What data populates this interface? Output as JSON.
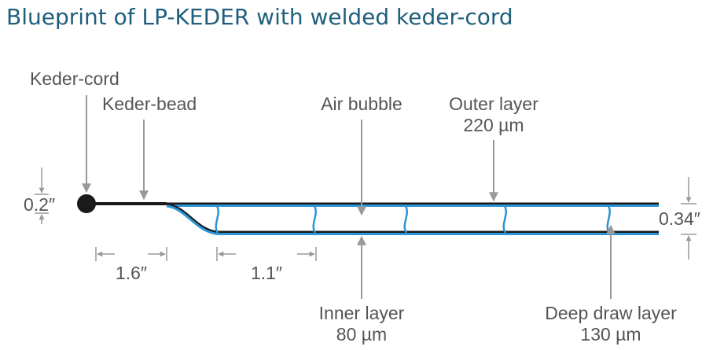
{
  "title": "Blueprint of LP-KEDER with welded keder-cord",
  "labels": {
    "keder_cord": "Keder-cord",
    "keder_bead": "Keder-bead",
    "air_bubble": "Air bubble",
    "outer_layer": "Outer layer",
    "outer_layer_thickness": "220 µm",
    "inner_layer": "Inner layer",
    "inner_layer_thickness": "80 µm",
    "deep_draw_layer": "Deep draw layer",
    "deep_draw_layer_thickness": "130 µm"
  },
  "dimensions": {
    "cord_height": "0.2″",
    "total_height": "0.34″",
    "bead_length": "1.6″",
    "bubble_spacing": "1.1″"
  },
  "colors": {
    "title": "#1f5f7c",
    "blue_layer": "#2b94d6",
    "black_layer": "#1a1a1a",
    "annotation": "#999999",
    "text": "#555555"
  }
}
